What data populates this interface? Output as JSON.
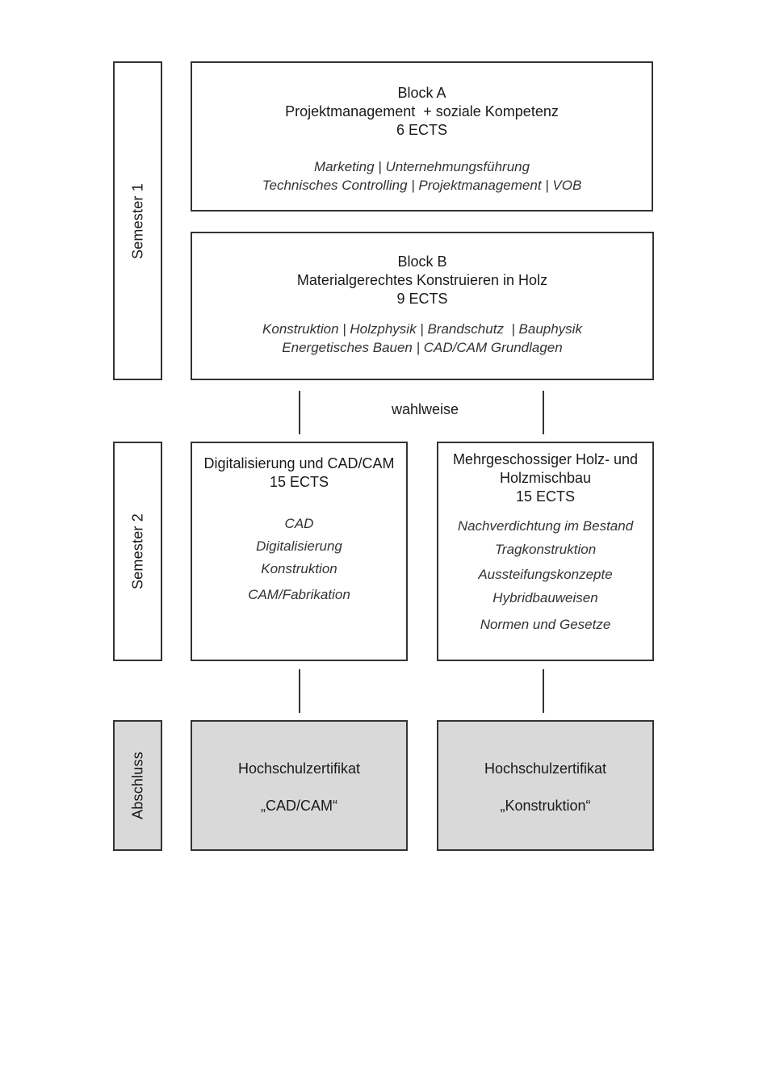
{
  "semesters": {
    "semester1": "Semester 1",
    "semester2": "Semester 2",
    "abschluss": "Abschluss"
  },
  "blockA": {
    "line1": "Block A",
    "line2": "Projektmanagement  + soziale Kompetenz",
    "line3": "6 ECTS",
    "topics1": "Marketing | Unternehmungsführung",
    "topics2": "Technisches Controlling | Projektmanagement | VOB"
  },
  "blockB": {
    "line1": "Block B",
    "line2": "Materialgerechtes Konstruieren in Holz",
    "line3": "9 ECTS",
    "topics1": "Konstruktion | Holzphysik | Brandschutz  | Bauphysik",
    "topics2": "Energetisches Bauen | CAD/CAM Grundlagen"
  },
  "choice_label": "wahlweise",
  "module_left": {
    "title": "Digitalisierung und CAD/CAM",
    "ects": "15 ECTS",
    "topics": [
      "CAD",
      "Digitalisierung",
      "Konstruktion",
      "CAM/Fabrikation"
    ]
  },
  "module_right": {
    "title1": "Mehrgeschossiger Holz- und",
    "title2": "Holzmischbau",
    "ects": "15 ECTS",
    "topics": [
      "Nachverdichtung im Bestand",
      "Tragkonstruktion",
      "Aussteifungskonzepte",
      "Hybridbauweisen",
      "Normen und Gesetze"
    ]
  },
  "cert_left": {
    "line1": "Hochschulzertifikat",
    "line2": "„CAD/CAM“"
  },
  "cert_right": {
    "line1": "Hochschulzertifikat",
    "line2": "„Konstruktion“"
  },
  "colors": {
    "border": "#333333",
    "cert_fill": "#d9d9d9"
  }
}
